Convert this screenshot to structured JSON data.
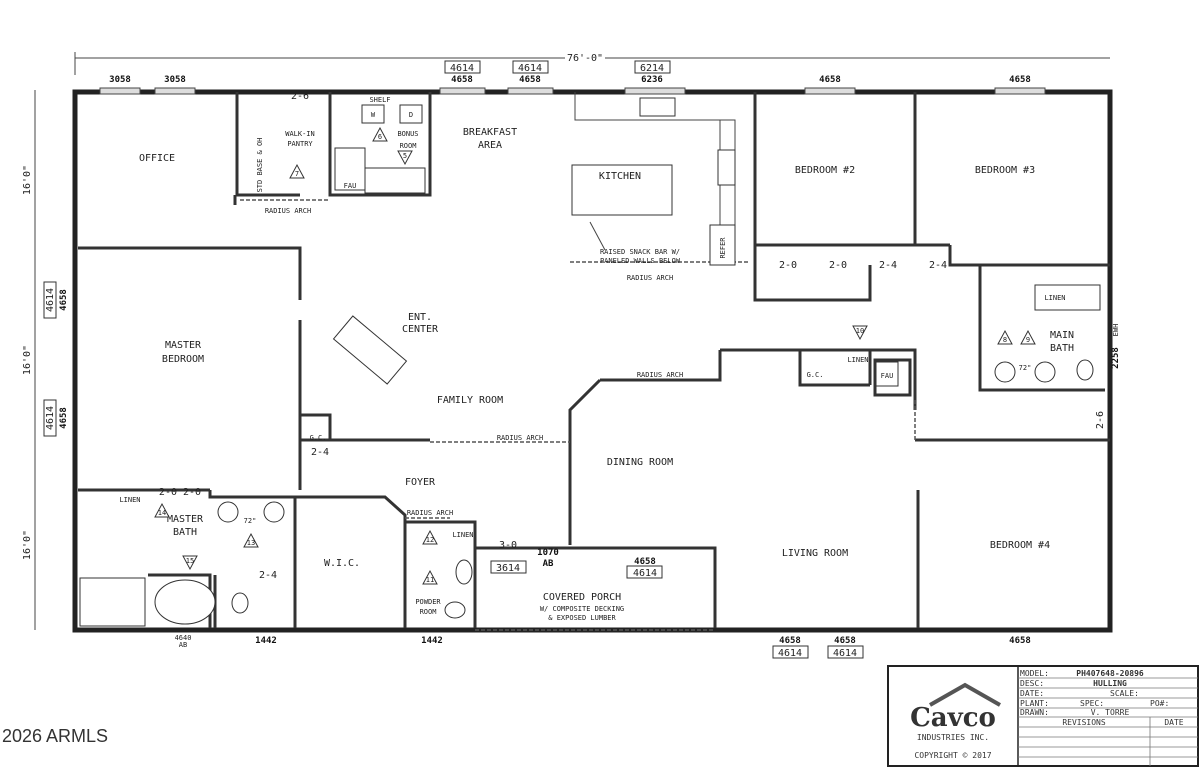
{
  "overall_width": "76'-0\"",
  "side_dims": [
    "16'0\"",
    "16'0\"",
    "16'0\""
  ],
  "rooms": {
    "office": "OFFICE",
    "pantry": [
      "WALK-IN",
      "PANTRY"
    ],
    "bonus": [
      "BONUS",
      "ROOM"
    ],
    "breakfast": [
      "BREAKFAST",
      "AREA"
    ],
    "kitchen": "KITCHEN",
    "bedroom2": "BEDROOM #2",
    "bedroom3": "BEDROOM #3",
    "master_bedroom": [
      "MASTER",
      "BEDROOM"
    ],
    "ent_center": [
      "ENT.",
      "CENTER"
    ],
    "family": "FAMILY ROOM",
    "main_bath": [
      "MAIN",
      "BATH"
    ],
    "dining": "DINING ROOM",
    "foyer": "FOYER",
    "living": "LIVING ROOM",
    "bedroom4": "BEDROOM #4",
    "master_bath": [
      "MASTER",
      "BATH"
    ],
    "wic": "W.I.C.",
    "powder": [
      "POWDER",
      "ROOM"
    ],
    "porch": [
      "COVERED PORCH",
      "W/ COMPOSITE DECKING",
      "& EXPOSED LUMBER"
    ]
  },
  "notes": {
    "radius_arch": "RADIUS ARCH",
    "snack_bar": [
      "RAISED SNACK BAR W/",
      "PANELED WALLS BELOW"
    ],
    "std_base": "STD BASE & OH",
    "shelf": "SHELF",
    "fau": "FAU",
    "linen": "LINEN",
    "refer": "REFER",
    "gc": "G.C.",
    "size72": "72\"",
    "door_1070": [
      "1070",
      "AB"
    ],
    "door_30": "3-0",
    "d2020": "2-0 2-0",
    "d24": "2-4",
    "d20": "2-0",
    "d26": "2-6",
    "ewh": "EWH",
    "w": "W",
    "d": "D",
    "ab": "AB"
  },
  "window_dims": {
    "top": [
      "3058",
      "3058",
      "4658",
      "4658",
      "6236",
      "4658",
      "4658"
    ],
    "top_boxed": [
      "4614",
      "4614",
      "6214"
    ],
    "left": [
      "4658",
      "4658"
    ],
    "left_boxed": [
      "4614",
      "4614"
    ],
    "right": "2258",
    "bottom": [
      "4640",
      "1442",
      "1442",
      "4658",
      "4658",
      "4658"
    ],
    "bottom_boxed": [
      "4614",
      "4614"
    ],
    "porch": "4658",
    "porch_boxed": [
      "4614",
      "3614"
    ]
  },
  "markers": [
    "7",
    "6",
    "5",
    "10",
    "8",
    "9",
    "14",
    "13",
    "15",
    "12",
    "11"
  ],
  "title_block": {
    "company": "Cavco",
    "company_sub": "INDUSTRIES INC.",
    "copyright": "COPYRIGHT © 2017",
    "model_label": "MODEL:",
    "model": "PH407648-20896",
    "desc_label": "DESC:",
    "desc": "HULLING",
    "date_label": "DATE:",
    "scale_label": "SCALE:",
    "plant_label": "PLANT:",
    "spec_label": "SPEC:",
    "po_label": "PO#:",
    "drawn_label": "DRAWN:",
    "drawn": "V. TORRE",
    "revisions": "REVISIONS",
    "date_col": "DATE"
  },
  "watermark": "2026 ARMLS"
}
